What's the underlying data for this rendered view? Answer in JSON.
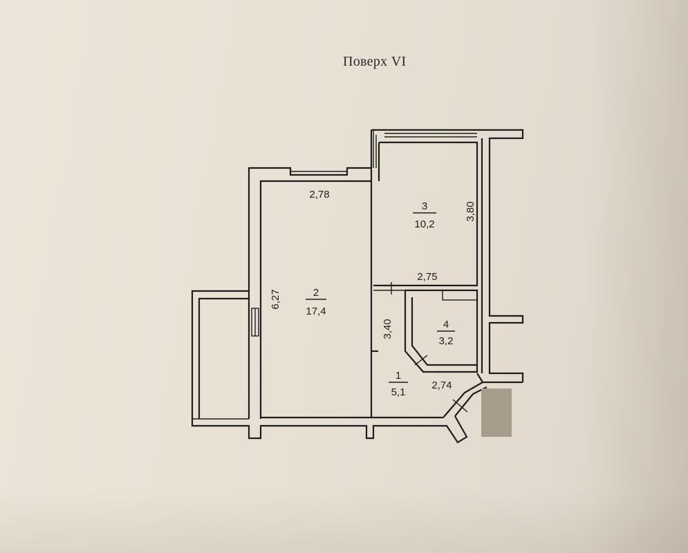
{
  "floor_title": "Поверх VI",
  "rooms": [
    {
      "number": "2",
      "area": "17,4"
    },
    {
      "number": "3",
      "area": "10,2"
    },
    {
      "number": "4",
      "area": "3,2"
    },
    {
      "number": "1",
      "area": "5,1"
    }
  ],
  "dimensions": {
    "room2_width": "2,78",
    "room2_length": "6,27",
    "room3_width": "2,75",
    "room3_length": "3,80",
    "hall_length": "3,40",
    "hall_width": "2,74"
  }
}
